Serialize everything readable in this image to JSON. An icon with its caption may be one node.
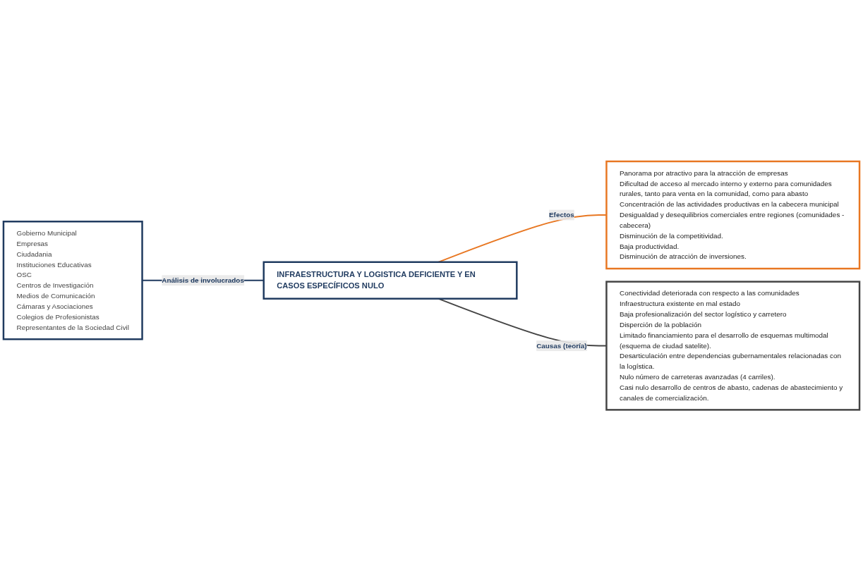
{
  "diagram": {
    "nodes": [
      {
        "text": [
          "INFRAESTRUCTURA Y LOGISTICA DEFICIENTE Y EN CASOS ESPECÍFICOS NULO"
        ]
      },
      {
        "text": [
          "Gobierno Municipal",
          "Empresas",
          "Ciudadania",
          "Instituciones Educativas",
          "OSC",
          "Centros de Investigación",
          "Medios de Comunicación",
          "Cámaras y Asociaciones",
          "Colegios de Profesionistas",
          "Representantes de la Sociedad Civil"
        ]
      },
      {
        "text": [
          "Panorama por atractivo para la atracción de empresas",
          "Dificultad de acceso al mercado interno y externo para comunidades rurales, tanto para venta en la comunidad, como para abasto",
          "Concentración de las actividades productivas en la cabecera municipal",
          "Desigualdad y desequilibrios comerciales entre regiones (comunidades - cabecera)",
          "Disminución de la competitividad.",
          "Baja productividad.",
          "Disminución de atracción de inversiones."
        ]
      },
      {
        "text": [
          "Conectividad deteriorada con respecto a las comunidades",
          "Infraestructura existente en mal estado",
          "Baja profesionalización del sector logístico y carretero",
          "Disperción de la población",
          "Limitado financiamiento para el desarrollo de esquemas multimodal (esquema de ciudad satelite).",
          "Desarticulación entre dependencias gubernamentales relacionadas con la logística.",
          "Nulo número de carreteras avanzadas (4 carriles).",
          "Casi nulo desarrollo de centros de abasto, cadenas de abastecimiento y canales de comercialización."
        ]
      }
    ],
    "edges": [
      {
        "from": 1,
        "to": 0,
        "arrow": "none",
        "label": "Análisis de involucrados",
        "color": "#1f3a5f"
      },
      {
        "from": 0,
        "to": 2,
        "arrow": "none",
        "label": "Efectos",
        "color": "#e87722"
      },
      {
        "from": 0,
        "to": 3,
        "arrow": "none",
        "label": "Causas (teoría)",
        "color": "#444444"
      }
    ]
  }
}
